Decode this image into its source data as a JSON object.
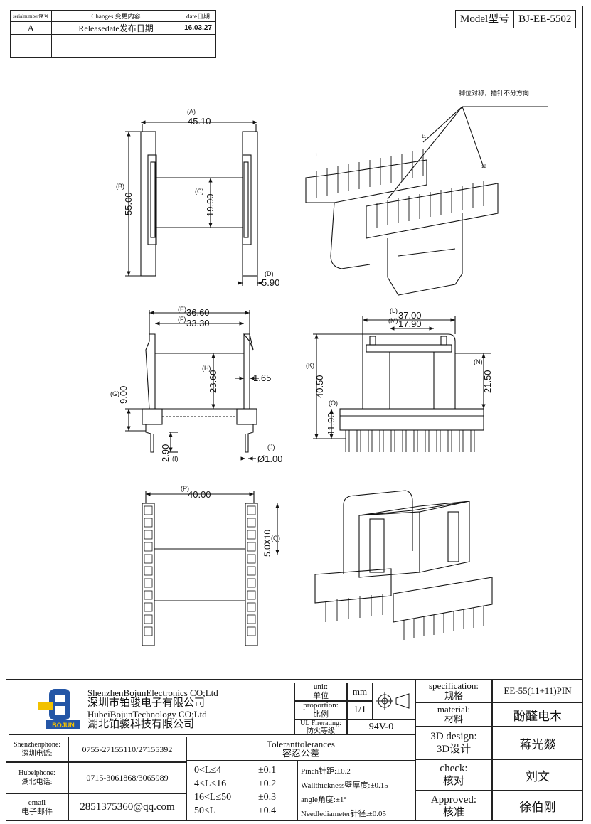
{
  "revision_table": {
    "headers": {
      "serial": "serialnumber序号",
      "changes": "Changes 变更内容",
      "date": "date日期"
    },
    "rows": [
      {
        "serial": "A",
        "changes": "Releasedate发布日期",
        "date": "16.03.27"
      },
      {
        "serial": "",
        "changes": "",
        "date": ""
      },
      {
        "serial": "",
        "changes": "",
        "date": ""
      }
    ]
  },
  "model": {
    "label": "Model型号",
    "value": "BJ-EE-5502"
  },
  "annotation_note": "脚位对称，插针不分方向",
  "dims": {
    "A": "(A)",
    "A_val": "45.10",
    "B": "(B)",
    "B_val": "55.00",
    "C": "(C)",
    "C_val": "19.90",
    "D": "(D)",
    "D_val": "5.90",
    "E": "(E)",
    "E_val": "36.60",
    "F": "(F)",
    "F_val": "33.30",
    "H": "(H)",
    "H_val": "23.60",
    "H2_val": "1.65",
    "G": "(G)",
    "G_val": "9.00",
    "I": "(I)",
    "I_val": "2.90",
    "J": "(J)",
    "J_val": "Ø1.00",
    "L": "(L)",
    "L_val": "37.00",
    "M": "(M)",
    "M_val": "17.90",
    "K": "(K)",
    "K_val": "40.50",
    "N": "(N)",
    "N_val": "21.50",
    "O": "(O)",
    "O_val": "11.90",
    "P": "(P)",
    "P_val": "40.00",
    "Q": "(Q)",
    "Q_val": "5.0X10"
  },
  "pin_labels": {
    "p1": "1",
    "p11": "11",
    "p12": "12"
  },
  "title_block": {
    "company_en1": "ShenzhenBojunElectronics CO;Ltd",
    "company_cn1": "深圳市铂骏电子有限公司",
    "company_en2": "HubeiBojunTechnology CO;Ltd",
    "company_cn2": "湖北铂骏科技有限公司",
    "logo_text": "BOJUN",
    "unit_label": "unit:\n单位",
    "unit_value": "mm",
    "proportion_label": "proportion:\n比例",
    "proportion_value": "1/1",
    "ul_label": "UL Firerating:\n防火等级",
    "ul_value": "94V-0",
    "spec_label": "specification:\n规格",
    "spec_value": "EE-55(11+11)PIN",
    "material_label": "material:\n材料",
    "material_value": "酚醛电木",
    "design_label": "3D design:\n3D设计",
    "design_value": "蒋光燚",
    "check_label": "check:\n核对",
    "check_value": "刘文",
    "approved_label": "Approved:\n核准",
    "approved_value": "徐伯刚",
    "sz_phone_label": "Shenzhenphone:\n深圳电话:",
    "sz_phone": "0755-27155110/27155392",
    "hb_phone_label": "Hubeiphone:\n湖北电话:",
    "hb_phone": "0715-3061868/3065989",
    "email_label": "email\n电子邮件",
    "email": "2851375360@qq.com",
    "tol_title": "Toleranttolerances\n容忍公差",
    "tol_ranges": [
      {
        "range": "0<L≤4",
        "tol": "±0.1"
      },
      {
        "range": "4<L≤16",
        "tol": "±0.2"
      },
      {
        "range": "16<L≤50",
        "tol": "±0.3"
      },
      {
        "range": "50≤L",
        "tol": "±0.4"
      }
    ],
    "tol_notes": [
      "Pinch针距:±0.2",
      "Wallthickness壁厚度:±0.15",
      "angle角度:±1°",
      "Needlediameter针径:±0.05"
    ]
  }
}
